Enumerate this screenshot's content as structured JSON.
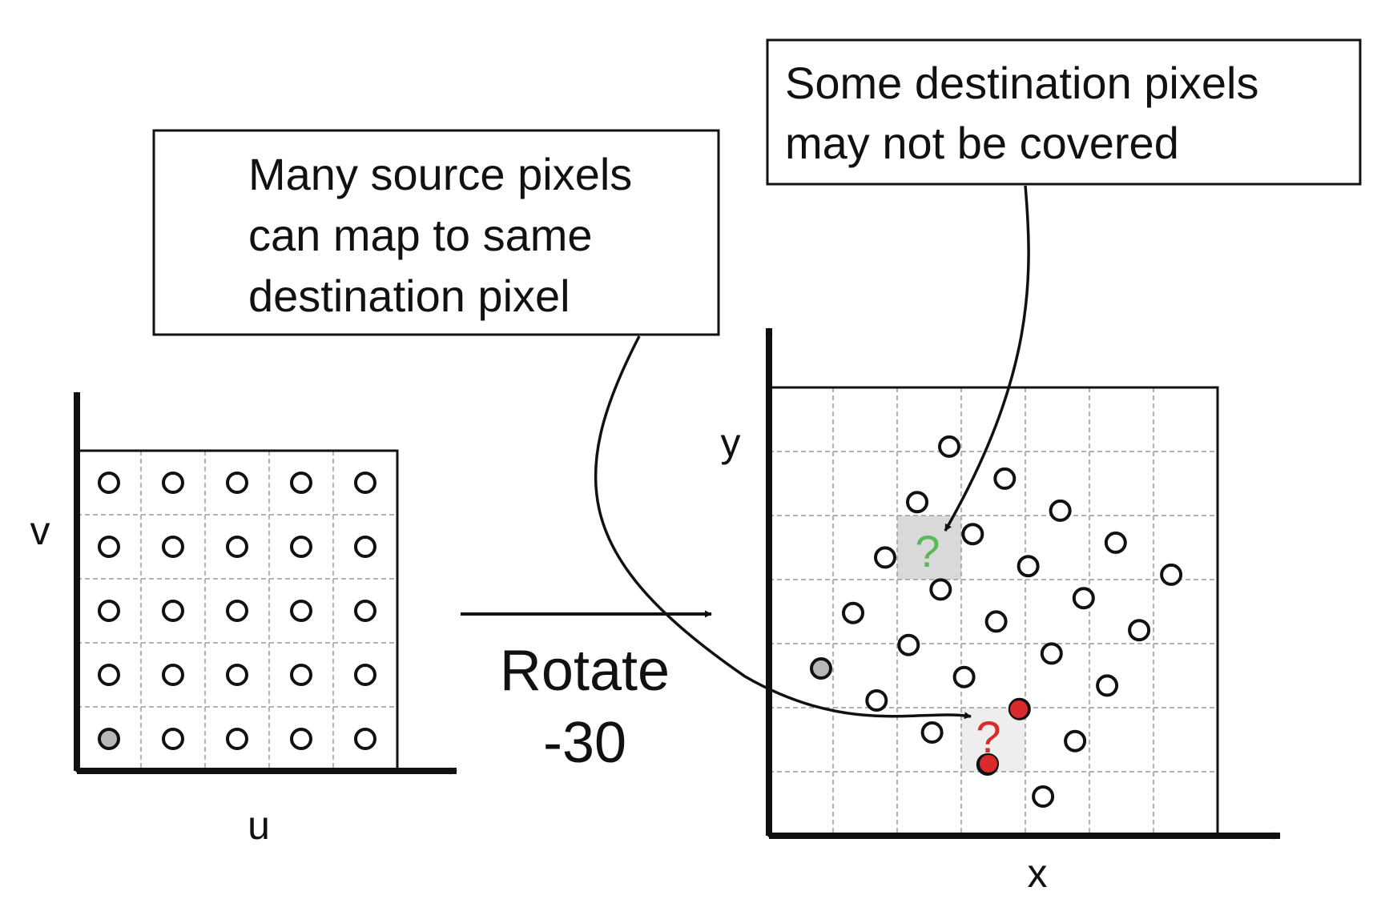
{
  "callouts": {
    "many_source": {
      "lines": [
        "Many source pixels",
        "can map to same",
        "destination pixel"
      ]
    },
    "some_destination": {
      "lines": [
        "Some destination pixels",
        "may not be covered"
      ]
    }
  },
  "source_grid": {
    "axis_u": "u",
    "axis_v": "v",
    "rows": 5,
    "cols": 5,
    "highlighted_cell": {
      "row": 4,
      "col": 0
    }
  },
  "transform": {
    "line1": "Rotate",
    "line2": "-30"
  },
  "destination_grid": {
    "axis_x": "x",
    "axis_y": "y",
    "uncovered_mark": "?",
    "collision_mark": "?"
  },
  "colors": {
    "line": "#111111",
    "grid_dash": "#9a9a9a",
    "highlight_source": "#b8b8b8",
    "uncovered_cell": "#d9d9d9",
    "collision_cell": "#eeeeee",
    "uncovered_mark": "#5cb85c",
    "collision": "#d92b2b"
  }
}
